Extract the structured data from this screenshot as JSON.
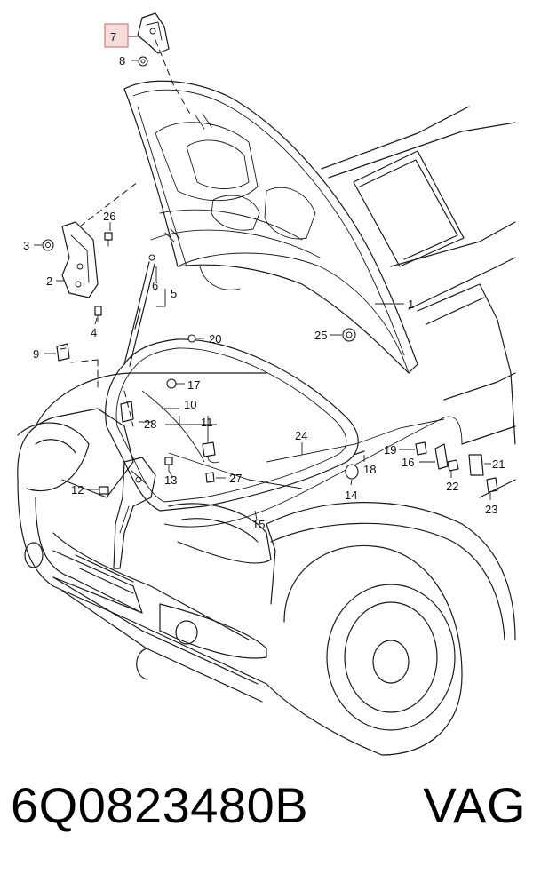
{
  "part_number": "6Q0823480B",
  "brand": "VAG",
  "highlight_color": "#d87a7a",
  "callouts": {
    "c1": "1",
    "c2": "2",
    "c3": "3",
    "c4": "4",
    "c5": "5",
    "c6": "6",
    "c7": "7",
    "c8": "8",
    "c9": "9",
    "c10": "10",
    "c11": "11",
    "c12": "12",
    "c13": "13",
    "c14": "14",
    "c15": "15",
    "c16": "16",
    "c17": "17",
    "c18": "18",
    "c19": "19",
    "c20": "20",
    "c21": "21",
    "c22": "22",
    "c23": "23",
    "c24": "24",
    "c25": "25",
    "c26": "26",
    "c27": "27",
    "c28": "28"
  }
}
